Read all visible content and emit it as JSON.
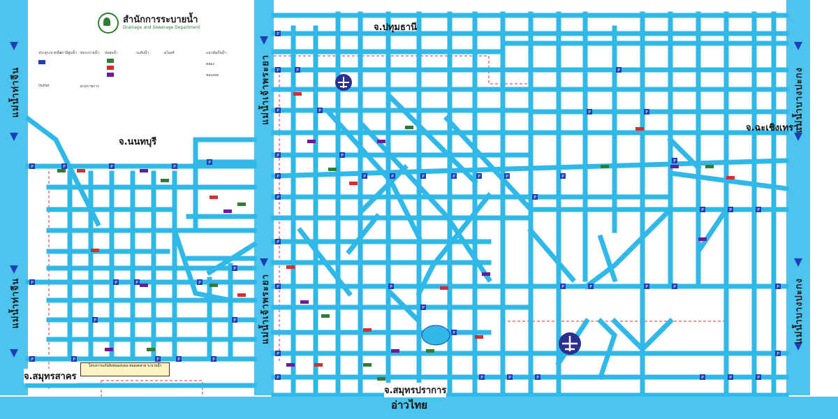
{
  "header": {
    "title": "สำนักการระบายน้ำ",
    "subtitle": "Drainage and Sewerage Department"
  },
  "provinces": {
    "nonthaburi": "จ.นนทบุรี",
    "pathum_thani": "จ.ปทุมธานี",
    "chachoengsao": "จ.ฉะเชิงเทรา",
    "samut_sakhon": "จ.สมุทรสาคร",
    "samut_prakan": "จ.สมุทรปราการ"
  },
  "waters": {
    "gulf": "อ่าวไทย",
    "chao_phraya_upper": "แม่น้ำเจ้าพระยา",
    "chao_phraya_lower": "แม่น้ำเจ้าพระยา",
    "tha_chin_upper": "แม่น้ำท่าจีน",
    "tha_chin_lower": "แม่น้ำท่าจีน",
    "bang_pakong_upper": "แม่น้ำบางปะกง",
    "bang_pakong_lower": "แม่น้ำบางปะกง"
  },
  "legend": {
    "items": [
      "ประตูระบายน้ำ",
      "สถานีสูบน้ำ",
      "ท่อระบายน้ำ",
      "บ่อสูบน้ำ",
      "ระดับน้ำ",
      "อุโมงค์",
      "Outlet",
      "ส่วนราชการ",
      "แนวคันกั้นน้ำ",
      "คลอง",
      "ขอบเขต"
    ],
    "colors": {
      "road": "#2fb8e8",
      "river": "#4cc4ee",
      "pump_bg": "#1c3fb8",
      "level_green": "#2e7d32",
      "level_red": "#d32f2f",
      "level_purple": "#6a1b9a",
      "dyke": "#e57373",
      "airport": "#2b2f8f"
    }
  },
  "note": {
    "text": "โครงการแก้มลิงหนองบอน-หนองคลาย ระบายน้ำ"
  },
  "icons": [
    "airport-icon",
    "pump-station-icon",
    "gate-icon",
    "hospital-icon"
  ]
}
